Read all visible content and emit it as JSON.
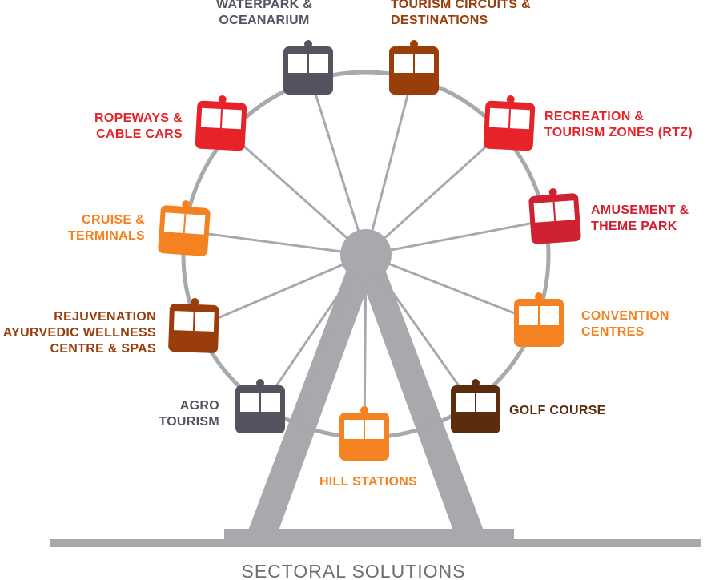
{
  "title": "SECTORAL SOLUTIONS",
  "colors": {
    "frame": "#a7a9ac",
    "hub": "#a7a9ac",
    "cabin_window": "#ffffff",
    "title_text": "#6d6e71"
  },
  "sectors": [
    {
      "id": "waterpark",
      "lines": [
        "WATERPARK &",
        "OCEANARIUM"
      ],
      "color": "#55535f",
      "text_color": "#55535f"
    },
    {
      "id": "tourism-circuits",
      "lines": [
        "TOURISM CIRCUITS &",
        "DESTINATIONS"
      ],
      "color": "#993d0b",
      "text_color": "#993d0b"
    },
    {
      "id": "recreation-zones",
      "lines": [
        "RECREATION &",
        "TOURISM ZONES (RTZ)"
      ],
      "color": "#e7232a",
      "text_color": "#e7232a"
    },
    {
      "id": "amusement",
      "lines": [
        "AMUSEMENT &",
        "THEME PARK"
      ],
      "color": "#cf2131",
      "text_color": "#cf2131"
    },
    {
      "id": "convention",
      "lines": [
        "CONVENTION",
        "CENTRES"
      ],
      "color": "#f58220",
      "text_color": "#f58220"
    },
    {
      "id": "golf",
      "lines": [
        "GOLF COURSE"
      ],
      "color": "#5b2c0d",
      "text_color": "#5b2c0d"
    },
    {
      "id": "hill-stations",
      "lines": [
        "HILL STATIONS"
      ],
      "color": "#f58220",
      "text_color": "#f58220"
    },
    {
      "id": "agro",
      "lines": [
        "AGRO",
        "TOURISM"
      ],
      "color": "#55535f",
      "text_color": "#55535f"
    },
    {
      "id": "rejuvenation",
      "lines": [
        "REJUVENATION",
        "AYURVEDIC WELLNESS",
        "CENTRE & SPAS"
      ],
      "color": "#993d0b",
      "text_color": "#993d0b"
    },
    {
      "id": "cruise",
      "lines": [
        "CRUISE &",
        "TERMINALS"
      ],
      "color": "#f58220",
      "text_color": "#f58220"
    },
    {
      "id": "ropeways",
      "lines": [
        "ROPEWAYS &",
        "CABLE CARS"
      ],
      "color": "#e7232a",
      "text_color": "#e7232a"
    }
  ]
}
